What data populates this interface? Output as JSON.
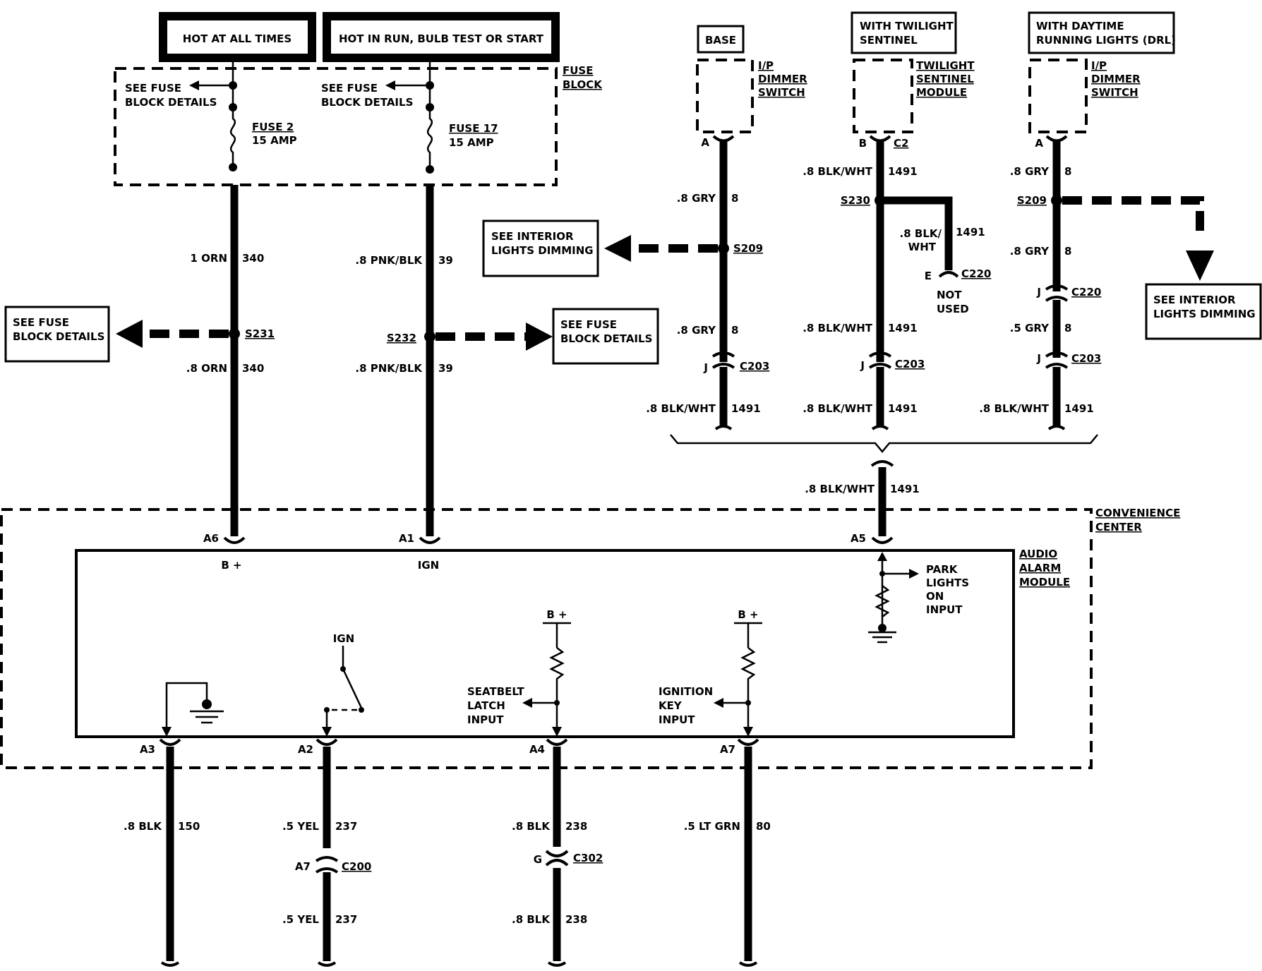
{
  "power_sources": {
    "hot_at_all_times": "HOT AT ALL TIMES",
    "hot_in_run": "HOT IN RUN, BULB TEST OR START"
  },
  "fuse_block": {
    "label_line1": "FUSE",
    "label_line2": "BLOCK",
    "see_details_line1": "SEE FUSE",
    "see_details_line2": "BLOCK DETAILS",
    "fuse2_name": "FUSE 2",
    "fuse2_rating": "15 AMP",
    "fuse17_name": "FUSE 17",
    "fuse17_rating": "15 AMP"
  },
  "wires_left": {
    "orn_top_size": "1 ORN",
    "orn_top_circuit": "340",
    "splice_s231": "S231",
    "orn_bot_size": ".8 ORN",
    "orn_bot_circuit": "340",
    "pnk_top_size": ".8 PNK/BLK",
    "pnk_top_circuit": "39",
    "splice_s232": "S232",
    "pnk_bot_size": ".8 PNK/BLK",
    "pnk_bot_circuit": "39"
  },
  "see_fuse_left_line1": "SEE FUSE",
  "see_fuse_left_line2": "BLOCK DETAILS",
  "see_fuse_right_line1": "SEE FUSE",
  "see_fuse_right_line2": "BLOCK DETAILS",
  "see_interior_left_line1": "SEE INTERIOR",
  "see_interior_left_line2": "LIGHTS DIMMING",
  "see_interior_right_line1": "SEE INTERIOR",
  "see_interior_right_line2": "LIGHTS DIMMING",
  "variant_base": {
    "tag": "BASE",
    "comp_line1": "I/P",
    "comp_line2": "DIMMER",
    "comp_line3": "SWITCH",
    "pin": "A",
    "w1_size": ".8 GRY",
    "w1_circuit": "8",
    "splice": "S209",
    "w2_size": ".8 GRY",
    "w2_circuit": "8",
    "conn_pin": "J",
    "conn_name": "C203",
    "w3_size": ".8 BLK/WHT",
    "w3_circuit": "1491"
  },
  "variant_twilight": {
    "tag_line1": "WITH TWILIGHT",
    "tag_line2": "SENTINEL",
    "comp_line1": "TWILIGHT",
    "comp_line2": "SENTINEL",
    "comp_line3": "MODULE",
    "pin": "B",
    "pin_conn": "C2",
    "w1_size": ".8 BLK/WHT",
    "w1_circuit": "1491",
    "splice": "S230",
    "branch_size_line1": ".8 BLK/",
    "branch_size_line2": "WHT",
    "branch_circuit": "1491",
    "branch_pin": "E",
    "branch_conn": "C220",
    "not_used_line1": "NOT",
    "not_used_line2": "USED",
    "w2_size": ".8 BLK/WHT",
    "w2_circuit": "1491",
    "conn_pin": "J",
    "conn_name": "C203",
    "w3_size": ".8 BLK/WHT",
    "w3_circuit": "1491"
  },
  "variant_drl": {
    "tag_line1": "WITH DAYTIME",
    "tag_line2": "RUNNING LIGHTS (DRL)",
    "comp_line1": "I/P",
    "comp_line2": "DIMMER",
    "comp_line3": "SWITCH",
    "pin": "A",
    "w1_size": ".8 GRY",
    "w1_circuit": "8",
    "splice": "S209",
    "w2_size": ".8 GRY",
    "w2_circuit": "8",
    "conn1_pin": "J",
    "conn1_name": "C220",
    "w3_size": ".5 GRY",
    "w3_circuit": "8",
    "conn2_pin": "J",
    "conn2_name": "C203",
    "w4_size": ".8 BLK/WHT",
    "w4_circuit": "1491"
  },
  "merged_wire": {
    "size": ".8 BLK/WHT",
    "circuit": "1491"
  },
  "convenience_center": {
    "label_line1": "CONVENIENCE",
    "label_line2": "CENTER"
  },
  "audio_alarm_module": {
    "label_line1": "AUDIO",
    "label_line2": "ALARM",
    "label_line3": "MODULE",
    "pin_a6": "A6",
    "pin_a1": "A1",
    "pin_a5": "A5",
    "bplus_label": "B +",
    "ign_label": "IGN",
    "park_line1": "PARK",
    "park_line2": "LIGHTS",
    "park_line3": "ON",
    "park_line4": "INPUT",
    "switch_ign": "IGN",
    "seatbelt_bplus": "B +",
    "seatbelt_line1": "SEATBELT",
    "seatbelt_line2": "LATCH",
    "seatbelt_line3": "INPUT",
    "ignkey_bplus": "B +",
    "ignkey_line1": "IGNITION",
    "ignkey_line2": "KEY",
    "ignkey_line3": "INPUT",
    "pin_a3": "A3",
    "pin_a2": "A2",
    "pin_a4": "A4",
    "pin_a7": "A7"
  },
  "bottom_wires": {
    "a3_size": ".8 BLK",
    "a3_circuit": "150",
    "a2_size": ".5 YEL",
    "a2_circuit": "237",
    "a2_conn_pin": "A7",
    "a2_conn_name": "C200",
    "a2_size2": ".5 YEL",
    "a2_circuit2": "237",
    "a4_size": ".8 BLK",
    "a4_circuit": "238",
    "a4_conn_pin": "G",
    "a4_conn_name": "C302",
    "a4_size2": ".8 BLK",
    "a4_circuit2": "238",
    "a7_size": ".5 LT GRN",
    "a7_circuit": "80"
  }
}
